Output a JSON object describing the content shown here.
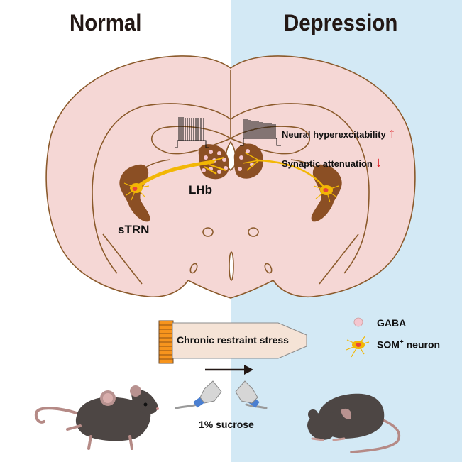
{
  "headings": {
    "left": "Normal",
    "right": "Depression"
  },
  "brain_labels": {
    "lhb": "LHb",
    "strn": "sTRN"
  },
  "effects": [
    {
      "text": "Neural hyperexcitability",
      "direction": "up",
      "arrow": "↑"
    },
    {
      "text": "Synaptic attenuation",
      "direction": "down",
      "arrow": "↓"
    }
  ],
  "procedure": {
    "stress_label": "Chronic restraint stress",
    "sucrose_label": "1% sucrose"
  },
  "legend": [
    {
      "marker": "pink-circle",
      "label": "GABA"
    },
    {
      "marker": "yellow-neuron",
      "label": "SOM",
      "superscript": "+",
      "suffix": " neuron"
    }
  ],
  "colors": {
    "right_background": "#d3e9f5",
    "brain_fill": "#f5d7d5",
    "brain_outline": "#8b5a2b",
    "nucleus_fill": "#8b4f24",
    "projection": "#f2b705",
    "gaba": "#f4c6cf",
    "arrow_red": "#e0262b"
  }
}
